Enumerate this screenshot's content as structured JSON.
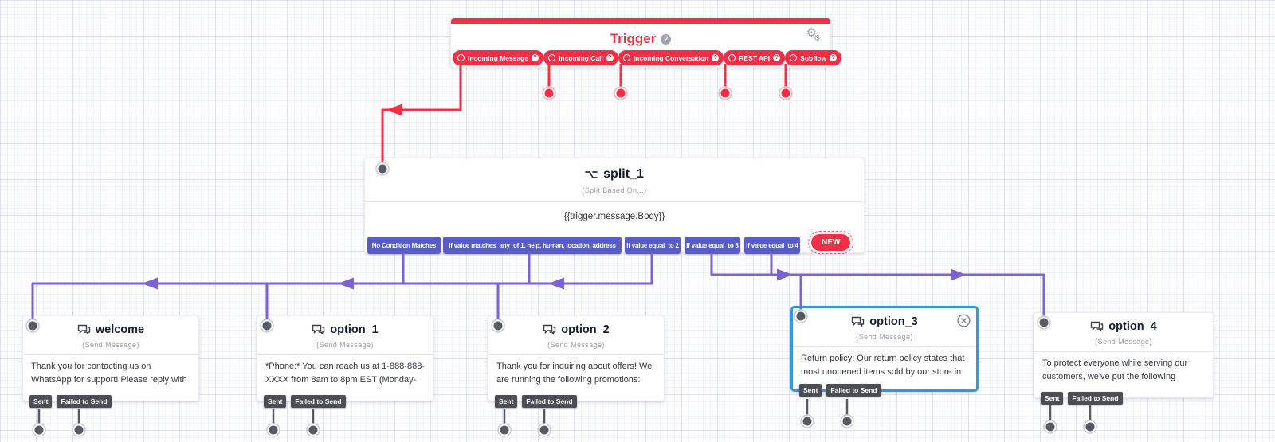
{
  "icons": {
    "settings": "⚙",
    "help": "?"
  },
  "colors": {
    "trigger_red": "#f22f46",
    "connector_purple": "#7b64d0",
    "transition_tab_bg": "#585cc6",
    "selection_blue": "#3598d9",
    "tag_bg": "#4b4e55",
    "dot_gray": "#565b63"
  },
  "trigger": {
    "title": "Trigger",
    "pills": [
      {
        "label": "Incoming Message"
      },
      {
        "label": "Incoming Call"
      },
      {
        "label": "Incoming Conversation"
      },
      {
        "label": "REST API"
      },
      {
        "label": "Subflow"
      }
    ]
  },
  "split": {
    "title": "split_1",
    "type_label": "(Split Based On...)",
    "expression": "{{trigger.message.Body}}",
    "transitions": [
      "No Condition Matches",
      "If value matches_any_of 1, help, human, location, address",
      "If value equal_to 2",
      "If value equal_to 3",
      "If value equal_to 4"
    ],
    "new_button_label": "NEW"
  },
  "widgets": [
    {
      "title": "welcome",
      "type_label": "(Send Message)",
      "body_preview": "Thank you for contacting us on WhatsApp for support! Please reply with one of the",
      "transitions": [
        "Sent",
        "Failed to Send"
      ],
      "selected": false
    },
    {
      "title": "option_1",
      "type_label": "(Send Message)",
      "body_preview": "*Phone:* You can reach us at 1-888-888-XXXX from 8am to 8pm EST (Monday-",
      "transitions": [
        "Sent",
        "Failed to Send"
      ],
      "selected": false
    },
    {
      "title": "option_2",
      "type_label": "(Send Message)",
      "body_preview": "Thank you for inquiring about offers! We are running the following promotions:",
      "transitions": [
        "Sent",
        "Failed to Send"
      ],
      "selected": false
    },
    {
      "title": "option_3",
      "type_label": "(Send Message)",
      "body_preview": "Return policy: Our return policy states that most unopened items sold by our store in",
      "transitions": [
        "Sent",
        "Failed to Send"
      ],
      "selected": true
    },
    {
      "title": "option_4",
      "type_label": "(Send Message)",
      "body_preview": "To protect everyone while serving our customers, we've put the following",
      "transitions": [
        "Sent",
        "Failed to Send"
      ],
      "selected": false
    }
  ]
}
